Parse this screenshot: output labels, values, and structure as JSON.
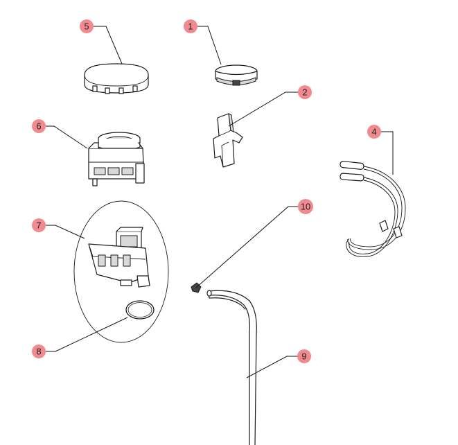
{
  "callouts": [
    {
      "id": "callout-1",
      "label": "1"
    },
    {
      "id": "callout-2",
      "label": "2"
    },
    {
      "id": "callout-4",
      "label": "4"
    },
    {
      "id": "callout-5",
      "label": "5"
    },
    {
      "id": "callout-6",
      "label": "6"
    },
    {
      "id": "callout-7",
      "label": "7"
    },
    {
      "id": "callout-8",
      "label": "8"
    },
    {
      "id": "callout-9",
      "label": "9"
    },
    {
      "id": "callout-10",
      "label": "10"
    }
  ],
  "colors": {
    "badge": "#f08a8f",
    "line": "#1a1a1a"
  }
}
